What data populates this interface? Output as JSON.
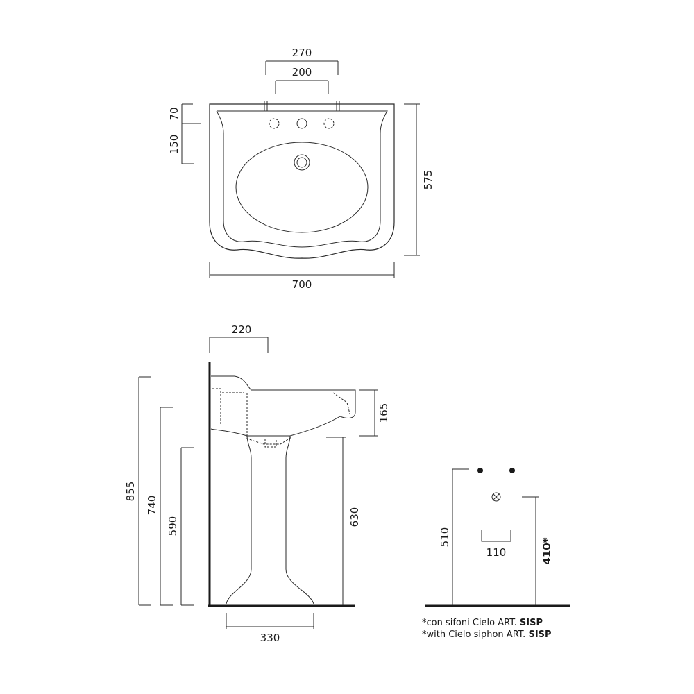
{
  "top_view": {
    "dim_270": "270",
    "dim_200": "200",
    "dim_70": "70",
    "dim_150": "150",
    "dim_575": "575",
    "dim_700": "700"
  },
  "side_view": {
    "dim_220": "220",
    "dim_165": "165",
    "dim_855": "855",
    "dim_740": "740",
    "dim_590": "590",
    "dim_630": "630",
    "dim_330": "330"
  },
  "wall_view": {
    "dim_510": "510",
    "dim_110": "110",
    "dim_410": "410*"
  },
  "notes": [
    {
      "prefix": "*con sifoni Cielo ART. ",
      "code": "SISP"
    },
    {
      "prefix": "*with Cielo siphon ART. ",
      "code": "SISP"
    }
  ]
}
